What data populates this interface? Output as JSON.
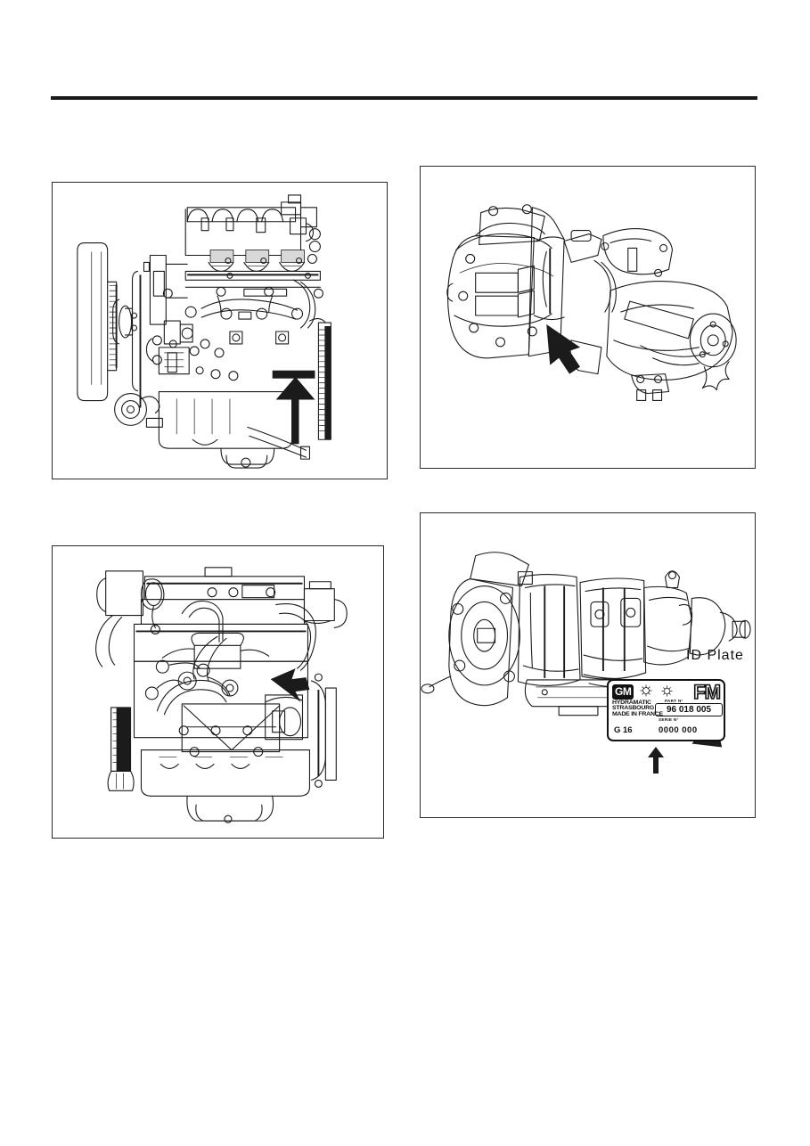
{
  "page": {
    "background": "#ffffff",
    "rule_color": "#1a1a1a"
  },
  "figures": [
    {
      "name": "engine-number-location-dohc",
      "subject": "DOHC inline 4-cylinder engine, left side view",
      "callout": "arrow-up",
      "callout_meaning": "engine number stamped on cylinder block"
    },
    {
      "name": "manual-transaxle-number-location",
      "subject": "manual transaxle with final drive, three-quarter view",
      "callout": "arrow-up-right",
      "callout_meaning": "transaxle number stamped on housing"
    },
    {
      "name": "engine-number-location-sohc",
      "subject": "SOHC inline 4-cylinder engine, front view",
      "callout": "arrow",
      "callout_meaning": "engine number location"
    },
    {
      "name": "automatic-transmission-id-plate",
      "subject": "automatic transmission with leader to identification plate",
      "callout": "arrow-up",
      "callout_meaning": "identification plate location"
    }
  ],
  "id_plate": {
    "label": "ID  Plate",
    "brand": "GM",
    "type_code": "FM",
    "maker_line1": "HYDRAMATIC",
    "maker_line2": "STRASBOURG",
    "maker_line3": "MADE IN FRANCE",
    "model": "G 16",
    "part_caption": "PART N°",
    "part_number": "96 018 005",
    "serial_caption": "SERIE N°",
    "serial_number": "0000  000"
  }
}
